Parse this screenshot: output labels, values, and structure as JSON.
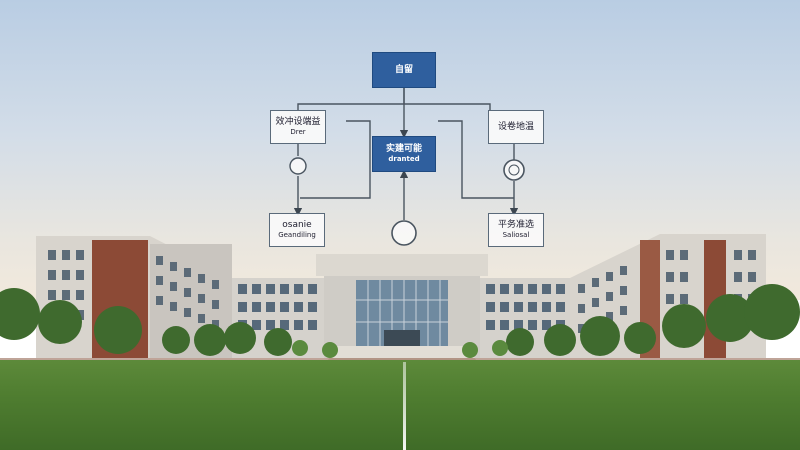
{
  "diagram": {
    "top": {
      "label": "自留"
    },
    "center": {
      "label": "实建可能",
      "sub": "dranted"
    },
    "upper_left": {
      "label": "效冲设端益",
      "sub": "Drer"
    },
    "upper_right": {
      "label": "设卷地温"
    },
    "lower_left": {
      "label": "osanie",
      "sub": "Geandiling"
    },
    "lower_right": {
      "label": "平务准选",
      "sub": "Saliosal"
    }
  },
  "colors": {
    "box_blue": "#2f5f9e",
    "box_white": "#fafafa",
    "connector": "#4a5560",
    "grass": "#4f7d30",
    "sky": "#c9d7e6"
  }
}
